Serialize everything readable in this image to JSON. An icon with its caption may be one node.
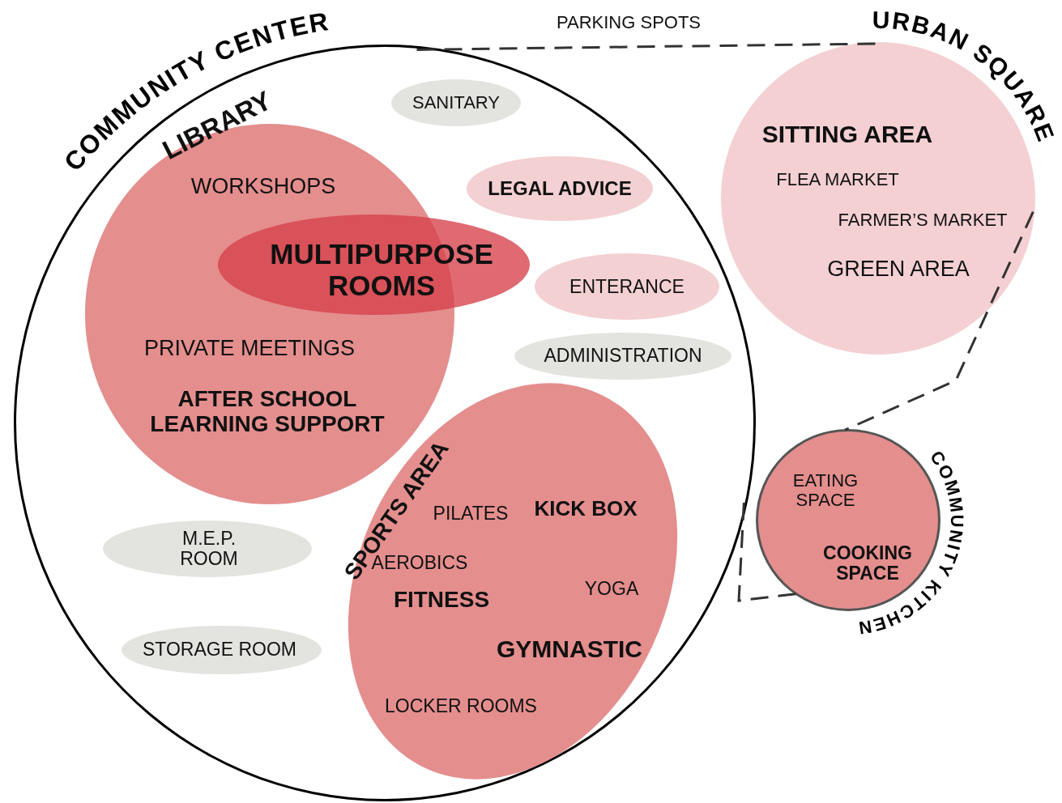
{
  "diagram": {
    "nodes": [
      {
        "text": [
          "COMMUNITY CENTER"
        ]
      },
      {
        "text": [
          "LIBRARY",
          "WORKSHOPS",
          "PRIVATE MEETINGS",
          "AFTER SCHOOL LEARNING SUPPORT"
        ],
        "in": 0
      },
      {
        "text": [
          "MULTIPURPOSE ROOMS"
        ],
        "in": 0
      },
      {
        "text": [
          "SANITARY"
        ],
        "in": 0
      },
      {
        "text": [
          "LEGAL ADVICE"
        ],
        "in": 0
      },
      {
        "text": [
          "ENTERANCE"
        ],
        "in": 0
      },
      {
        "text": [
          "ADMINISTRATION"
        ],
        "in": 0
      },
      {
        "text": [
          "SPORTS AREA",
          "PILATES",
          "KICK BOX",
          "AEROBICS",
          "FITNESS",
          "YOGA",
          "GYMNASTIC",
          "LOCKER ROOMS"
        ],
        "in": 0
      },
      {
        "text": [
          "M.E.P. ROOM"
        ],
        "in": 0
      },
      {
        "text": [
          "STORAGE ROOM"
        ],
        "in": 0
      },
      {
        "text": [
          "URBAN SQUARE",
          "SITTING AREA",
          "FLEA MARKET",
          "FARMER’S MARKET",
          "GREEN AREA"
        ]
      },
      {
        "text": [
          "EATING SPACE",
          "COOKING SPACE",
          "COMMUNITY KITCHEN"
        ]
      }
    ],
    "edges": [
      {
        "from": 0,
        "to": 10,
        "arrow": "none",
        "style": "dashed",
        "label": "PARKING SPOTS"
      },
      {
        "from": 10,
        "to": 11,
        "arrow": "none",
        "style": "dashed"
      },
      {
        "from": 11,
        "to": 0,
        "arrow": "none",
        "style": "dashed"
      }
    ]
  }
}
